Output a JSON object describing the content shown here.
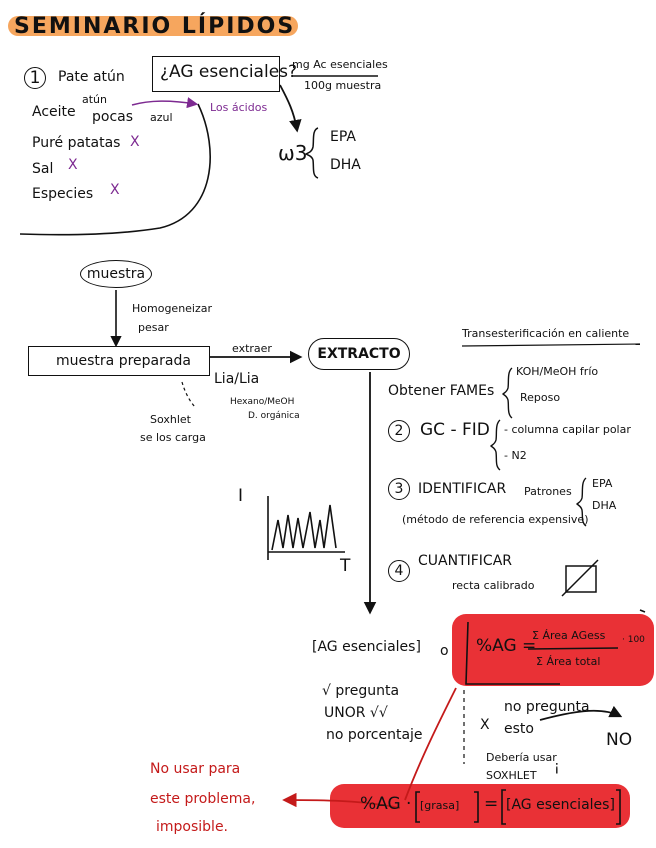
{
  "title": "SEMINARIO LÍPIDOS",
  "colors": {
    "title_highlight": "#f6a65e",
    "red_highlight": "#e8262b",
    "ink": "#111111",
    "purple": "#7d2a91",
    "red_ink": "#c41a1a"
  },
  "section1": {
    "number": "1",
    "items": [
      "Pate atún",
      "Aceite",
      "Puré patatas",
      "Sal",
      "Especies"
    ],
    "atun_note": "atún",
    "pocos_note": "pocas",
    "azul_note": "azul",
    "arrow_note": "Los ácidos",
    "question": "¿AG esenciales?",
    "units_top": "mg Ac esenciales",
    "units_bottom": "100g muestra",
    "w3": "ω3",
    "w3_items": [
      "EPA",
      "DHA"
    ],
    "cross": "X"
  },
  "flow": {
    "muestra": "muestra",
    "steps": [
      "Homogeneizar",
      "pesar"
    ],
    "muestra_preparada": "muestra preparada",
    "extraer": "extraer",
    "lia": "Lia/Lia",
    "solvents": "Hexano/MeOH",
    "fase": "D. orgánica",
    "soxhlet_1": "Soxhlet",
    "soxhlet_2": "se los carga",
    "extracto": "EXTRACTO",
    "transester": "Transesterificación en caliente",
    "fames": "Obtener FAMEs",
    "fames_items": [
      "KOH/MeOH frío",
      "Reposo"
    ],
    "s2_num": "2",
    "s2": "GC - FID",
    "s2_items": [
      "- columna capilar polar",
      "- N2"
    ],
    "s3_num": "3",
    "s3": "IDENTIFICAR",
    "s3_picos": "Patrones",
    "s3_items": [
      "EPA",
      "DHA"
    ],
    "s3_note": "(método de referencia expensive)",
    "s4_num": "4",
    "s4": "CUANTIFICAR",
    "s4_note": "recta calibrado",
    "axis_i": "I",
    "axis_t": "T"
  },
  "results": {
    "ag_left": "[AG esenciales]",
    "o": "o",
    "pct_ag": "%AG =",
    "frac_num": "Σ Área AGess",
    "frac_x": "· 100",
    "frac_den": "Σ Área total",
    "check_lines": [
      "√ pregunta",
      "UNOR √√",
      "no porcentaje"
    ],
    "x_lines": [
      "no pregunta",
      "esto"
    ],
    "x_mark": "X",
    "no": "NO",
    "deberia": [
      "Debería usar",
      "SOXHLET",
      "¡"
    ],
    "red_note": [
      "No usar para",
      "este problema,",
      "imposible."
    ],
    "bottom_pct": "%AG ·",
    "bottom_grasa": "[grasa]",
    "bottom_eq": "=",
    "bottom_ag": "[AG esenciales]"
  }
}
